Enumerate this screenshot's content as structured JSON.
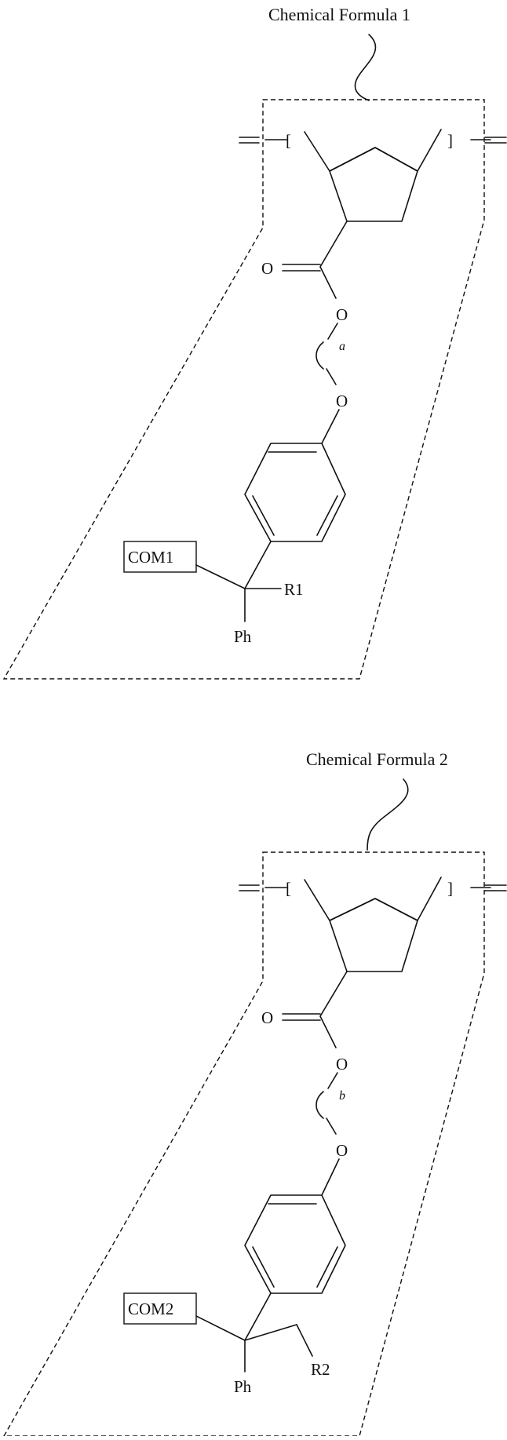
{
  "figure": {
    "formulas": [
      {
        "caption": "Chemical Formula 1",
        "carbonyl_o": "O",
        "ester_o": "O",
        "ether_o": "O",
        "subscript": "a",
        "group_box": "COM1",
        "substituent": "R1",
        "phenyl": "Ph",
        "bracket_open": "[",
        "bracket_close": "]"
      },
      {
        "caption": "Chemical Formula 2",
        "carbonyl_o": "O",
        "ester_o": "O",
        "ether_o": "O",
        "subscript": "b",
        "group_box": "COM2",
        "substituent": "R2",
        "phenyl": "Ph",
        "bracket_open": "[",
        "bracket_close": "]"
      }
    ]
  }
}
